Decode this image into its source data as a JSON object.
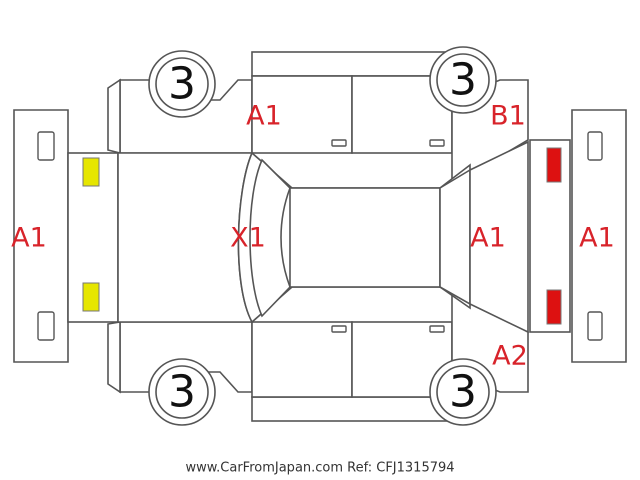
{
  "colors": {
    "outline": "#555555",
    "damage_text": "#d8232a",
    "front_light": "#e6e600",
    "rear_light": "#dd1111"
  },
  "wheels": {
    "front_left": "3",
    "front_right": "3",
    "rear_left": "3",
    "rear_right": "3"
  },
  "damage_labels": {
    "front_bumper": "A1",
    "left_front_fender": "A1",
    "hood": "X1",
    "left_rear_quarter": "B1",
    "tailgate": "A1",
    "rear_bumper": "A1",
    "right_rear_quarter": "A2"
  },
  "footer": {
    "text": "www.CarFromJapan.com Ref: CFJ1315794"
  }
}
